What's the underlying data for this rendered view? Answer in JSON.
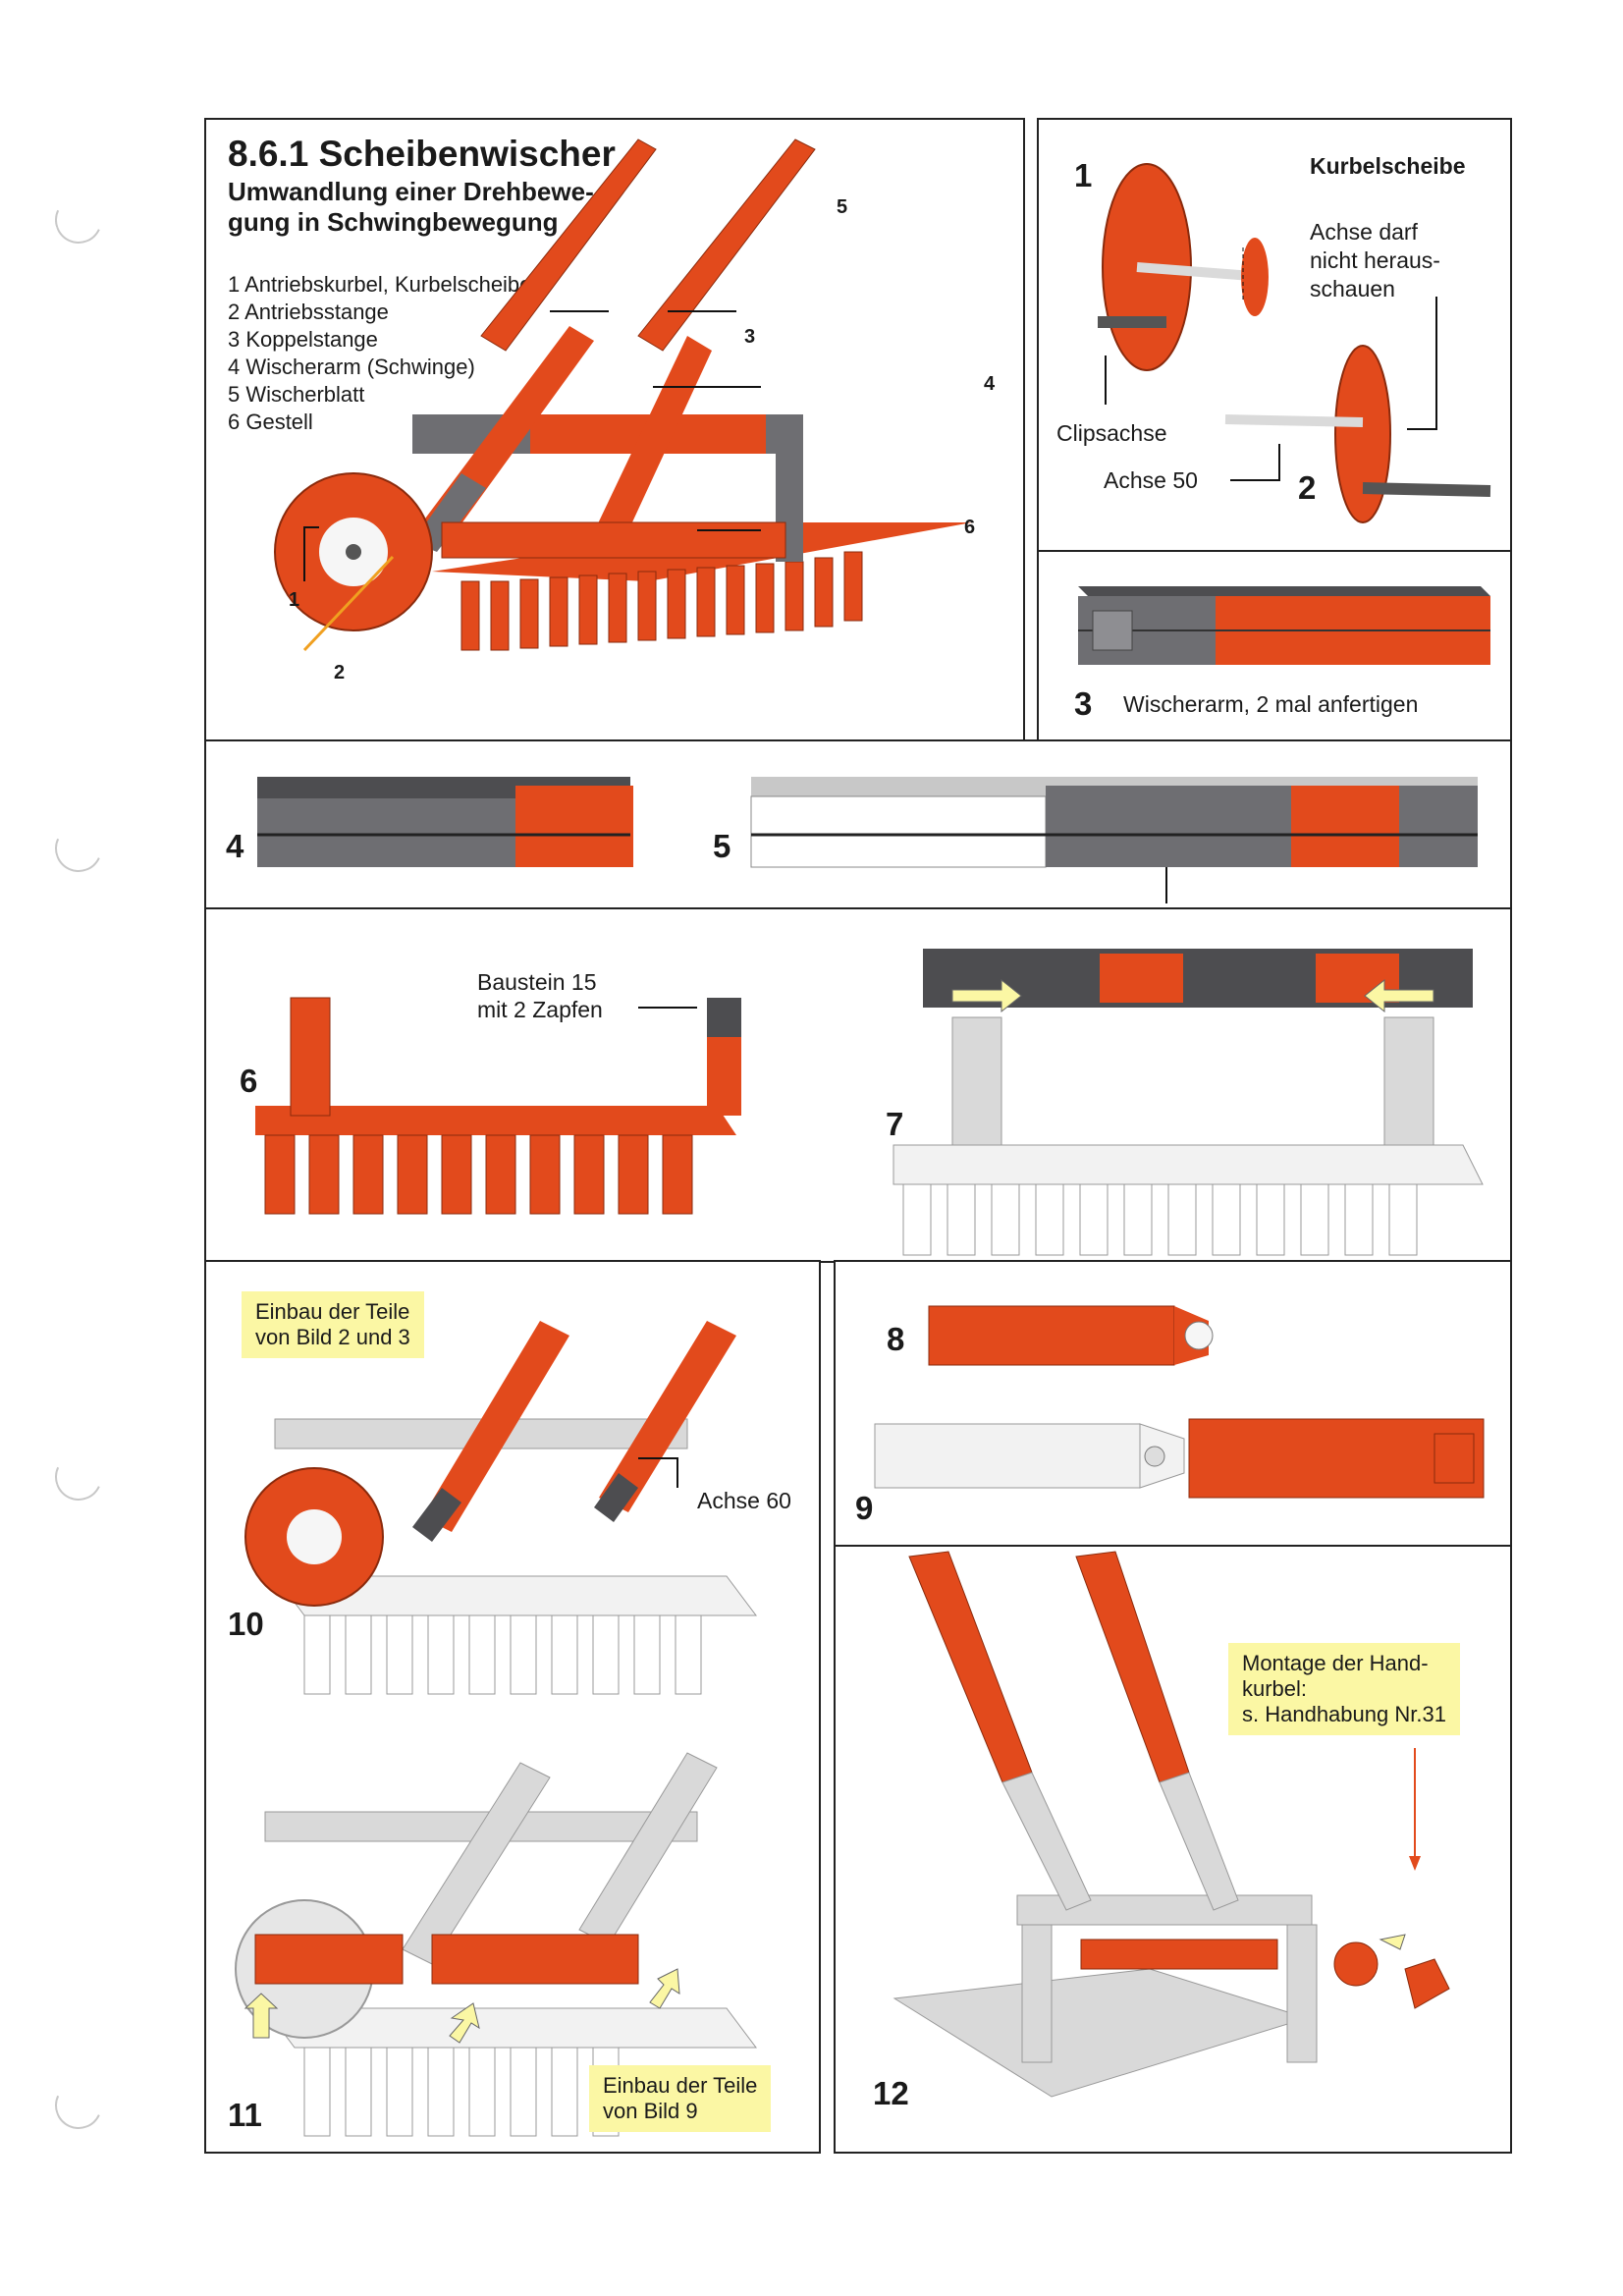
{
  "main": {
    "title": "8.6.1 Scheibenwischer",
    "subtitle_line1": "Umwandlung einer Drehbewe-",
    "subtitle_line2": "gung in Schwingbewegung",
    "legend": [
      "1 Antriebskurbel, Kurbelscheibe",
      "2 Antriebsstange",
      "3 Koppelstange",
      "4 Wischerarm (Schwinge)",
      "5 Wischerblatt",
      "6 Gestell"
    ],
    "callouts": [
      "1",
      "2",
      "3",
      "4",
      "5",
      "6"
    ]
  },
  "step1": {
    "number": "1",
    "heading": "Kurbelscheibe",
    "note_line1": "Achse darf",
    "note_line2": "nicht heraus-",
    "note_line3": "schauen",
    "clip_label": "Clipsachse",
    "axle_label": "Achse 50",
    "number2": "2"
  },
  "step3": {
    "number": "3",
    "caption": "Wischerarm, 2 mal anfertigen"
  },
  "step45": {
    "number4": "4",
    "number5": "5"
  },
  "step6": {
    "number": "6",
    "label_line1": "Baustein 15",
    "label_line2": "mit 2 Zapfen"
  },
  "step7": {
    "number": "7"
  },
  "step10": {
    "number": "10",
    "note_line1": "Einbau der Teile",
    "note_line2": "von Bild 2 und 3",
    "axle_label": "Achse 60"
  },
  "step8": {
    "number": "8"
  },
  "step9": {
    "number": "9"
  },
  "step11": {
    "number": "11",
    "note_line1": "Einbau der Teile",
    "note_line2": "von Bild 9"
  },
  "step12": {
    "number": "12",
    "note_line1": "Montage der Hand-",
    "note_line2": "kurbel:",
    "note_line3": "s. Handhabung Nr.31"
  },
  "colors": {
    "red": "#e24a1c",
    "dark_red": "#b5300f",
    "grey": "#6e6e72",
    "light_grey": "#d9d9d9",
    "yellow_note": "#fbf7a4",
    "arrow_orange": "#f0a020"
  }
}
